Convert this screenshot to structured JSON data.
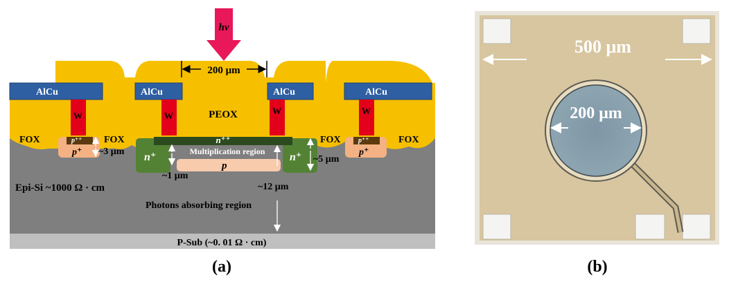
{
  "panel_a": {
    "caption": "(a)",
    "photon": "hν",
    "width_200": "200 μm",
    "peox": "PEOX",
    "alcu": "AlCu",
    "w": "W",
    "fox": "FOX",
    "n_plus_plus": "n⁺⁺",
    "multiplication": "Multiplication region",
    "n_plus": "n⁺",
    "p": "p",
    "p_plus": "p⁺",
    "p_plus_plus": "p⁺⁺",
    "d3": "~3 μm",
    "d5": "~5 μm",
    "d1": "~1 μm",
    "d12": "~12 μm",
    "epi": "Epi-Si ~1000 Ω · cm",
    "photons": "Photons absorbing region",
    "psub": "P-Sub (~0. 01 Ω · cm)"
  },
  "panel_b": {
    "caption": "(b)",
    "outer_dim": "500 μm",
    "inner_dim": "200 μm"
  },
  "colors": {
    "gold": "#F6C000",
    "alcu": "#2E5FA3",
    "tungsten": "#E3001B",
    "substrate": "#7F7F7F",
    "psub": "#BFBFBF",
    "nplus": "#548235",
    "nplusplus": "#2D4A1E",
    "pplus": "#F4B183",
    "pplusplus": "#5C3A0E",
    "arrow": "#E8185A",
    "chip": "#D8C6A0"
  }
}
